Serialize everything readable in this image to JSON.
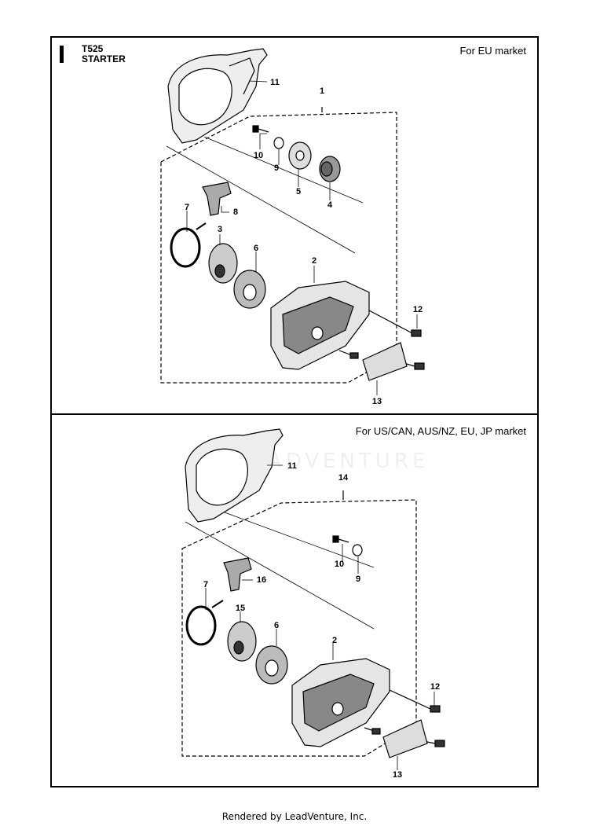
{
  "header": {
    "model": "T525",
    "section": "STARTER"
  },
  "sections": [
    {
      "market_label": "For EU market"
    },
    {
      "market_label": "For US/CAN, AUS/NZ, EU, JP market"
    }
  ],
  "callouts": [
    "1",
    "2",
    "3",
    "4",
    "5",
    "6",
    "7",
    "8",
    "9",
    "10",
    "11",
    "12",
    "13",
    "2",
    "6",
    "7",
    "9",
    "10",
    "11",
    "12",
    "13",
    "14",
    "15",
    "16"
  ],
  "watermark": "LEADVENTURE",
  "footer": "Rendered by LeadVenture, Inc."
}
